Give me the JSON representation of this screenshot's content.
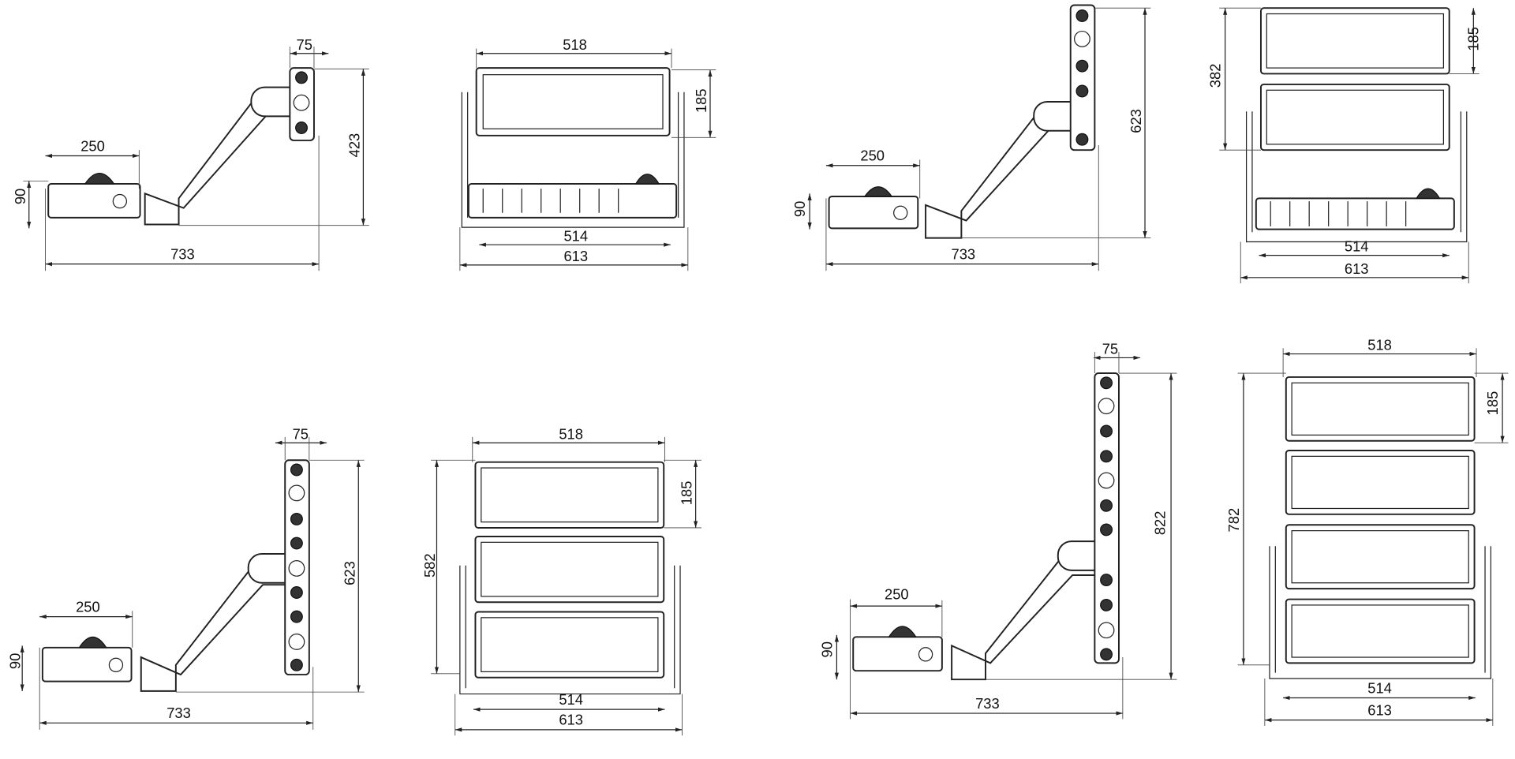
{
  "drawings": [
    {
      "view": "side",
      "modules": 1,
      "labels": {
        "bracket_depth": "75",
        "housing_length": "250",
        "housing_height": "90",
        "total_height": "423",
        "total_length": "733"
      }
    },
    {
      "view": "front",
      "modules": 1,
      "labels": {
        "panel_width": "518",
        "panel_height": "185",
        "inner_width": "514",
        "total_width": "613"
      }
    },
    {
      "view": "side",
      "modules": 2,
      "labels": {
        "housing_length": "250",
        "housing_height": "90",
        "total_height": "623",
        "total_length": "733"
      }
    },
    {
      "view": "front",
      "modules": 2,
      "labels": {
        "panel_height": "185",
        "total_height": "382",
        "inner_width": "514",
        "total_width": "613"
      }
    },
    {
      "view": "side",
      "modules": 3,
      "labels": {
        "bracket_depth": "75",
        "housing_length": "250",
        "housing_height": "90",
        "total_height": "623",
        "total_length": "733"
      }
    },
    {
      "view": "front",
      "modules": 3,
      "labels": {
        "panel_width": "518",
        "panel_height": "185",
        "total_height": "582",
        "inner_width": "514",
        "total_width": "613"
      }
    },
    {
      "view": "side",
      "modules": 4,
      "labels": {
        "bracket_depth": "75",
        "housing_length": "250",
        "housing_height": "90",
        "total_height": "822",
        "total_length": "733"
      }
    },
    {
      "view": "front",
      "modules": 4,
      "labels": {
        "panel_width": "518",
        "panel_height": "185",
        "total_height": "782",
        "inner_width": "514",
        "total_width": "613"
      }
    }
  ]
}
